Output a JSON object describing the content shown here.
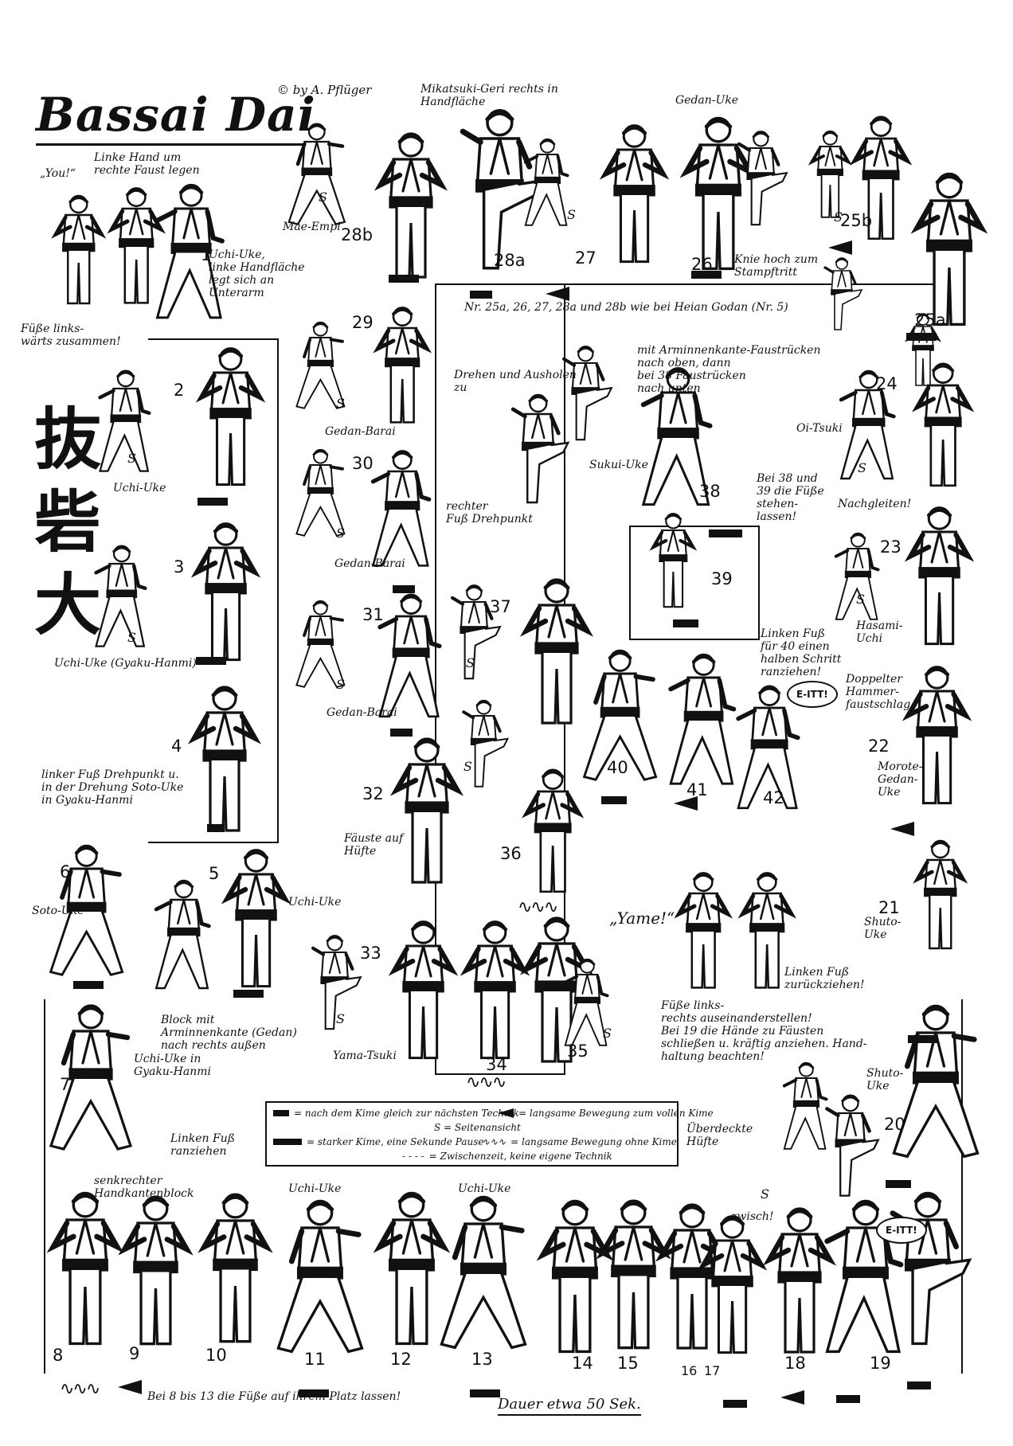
{
  "header": {
    "title": "Bassai Dai",
    "copyright": "© by A. Pflüger",
    "kanji": [
      "抜",
      "砦",
      "大"
    ]
  },
  "notes": {
    "you": "„You!“",
    "left_hand": "Linke Hand um\nrechte Faust legen",
    "uchi_uke_1": "Uchi-Uke,\nlinke Handfläche\nlegt sich an\nUnterarm",
    "feet_together": "Füße links-\nwärts zusammen!",
    "uchi_uke_2": "Uchi-Uke",
    "uchi_uke_3": "Uchi-Uke (Gyaku-Hanmi)",
    "soto_uke_4": "linker Fuß Drehpunkt u.\nin der Drehung Soto-Uke\nin Gyaku-Hanmi",
    "soto_uke_6": "Soto-Uke",
    "uchi_uke_5": "Uchi-Uke",
    "block_7": "Block mit\nArminnenkante (Gedan)\nnach rechts außen",
    "uchi_uke_7": "Uchi-Uke in\nGyaku-Hanmi",
    "left_foot_7": "Linken Fuß\nranziehen",
    "hand_edge": "senkrechter\nHandkantenblock",
    "uchi_uke_11": "Uchi-Uke",
    "uchi_uke_13": "Uchi-Uke",
    "feet_8_13": "Bei 8 bis 13 die Füße auf ihrem Platz lassen!",
    "mae_empi": "Mae-Empi",
    "mikazuki": "Mikatsuki-Geri rechts in\nHandfläche",
    "gedan_uke": "Gedan-Uke",
    "knee_high": "Knie hoch zum\nStampftritt",
    "gedan_barai_29": "Gedan-Barai",
    "gedan_barai_30": "Gedan-Barai",
    "gedan_barai_31": "Gedan-Barai",
    "fists_hips": "Fäuste auf\nHüfte",
    "yama_tsuki": "Yama-Tsuki",
    "like_heian": "Nr. 25a, 26, 27, 28a und 28b wie bei Heian Godan (Nr. 5)",
    "turn": "Drehen und Ausholen\nzu",
    "right_foot_pivot": "rechter\nFuß Drehpunkt",
    "sukui_uke": "Sukui-Uke",
    "arm_edge": "mit Arminnenkante-Faustrücken\nnach oben, dann\nbei 38 Faustrücken\nnach unten",
    "feet_38_39": "Bei 38 und\n39 die Füße\nstehen-\nlassen!",
    "left_foot_40": "Linken Fuß\nfür 40 einen\nhalben Schritt\nranziehen!",
    "oi_tsuki": "Oi-Tsuki",
    "follow_up": "Nachgleiten!",
    "hasami_uchi": "Hasami-\nUchi",
    "double_hammer": "Doppelter\nHammer-\nfaustschlag",
    "morote_gedan": "Morote-\nGedan-\nUke",
    "shuto_uke_21": "Shuto-\nUke",
    "shuto_uke_20": "Shuto-\nUke",
    "yame": "„Yame!“",
    "left_foot_back": "Linken Fuß\nzurückziehen!",
    "feet_apart": "Füße links-\nrechts auseinanderstellen!\nBei 19 die Hände zu Fäusten\nschließen u. kräftig anziehen. Hand-\nhaltung beachten!",
    "crossed_hips": "Überdeckte\nHüfte",
    "swish": "zwisch!",
    "s": "S"
  },
  "kiai": [
    "E-ITT!",
    "E-ITT!"
  ],
  "numbers": {
    "n1": "1",
    "n2": "2",
    "n3": "3",
    "n4": "4",
    "n5": "5",
    "n6": "6",
    "n7": "7",
    "n8": "8",
    "n9": "9",
    "n10": "10",
    "n11": "11",
    "n12": "12",
    "n13": "13",
    "n14": "14",
    "n15": "15",
    "n16": "16",
    "n17": "17",
    "n18": "18",
    "n19": "19",
    "n20": "20",
    "n21": "21",
    "n22": "22",
    "n23": "23",
    "n24": "24",
    "n25a": "25a",
    "n25b": "25b",
    "n26": "26",
    "n27": "27",
    "n28a": "28a",
    "n28b": "28b",
    "n29": "29",
    "n30": "30",
    "n31": "31",
    "n32": "32",
    "n33": "33",
    "n34": "34",
    "n35": "35",
    "n36": "36",
    "n37": "37",
    "n38": "38",
    "n39": "39",
    "n40": "40",
    "n41": "41",
    "n42": "42"
  },
  "legend": {
    "pause": "= nach dem Kime gleich zur nächsten Technik",
    "slow": "= langsame Bewegung zum vollen Kime",
    "side": "S = Seitenansicht",
    "long_pause": "= starker Kime, eine Sekunde Pause",
    "wave": "= langsame Bewegung ohne Kime",
    "dashed": "= Zwischenzeit, keine eigene Technik"
  },
  "footer": {
    "duration": "Dauer etwa 50 Sek."
  }
}
